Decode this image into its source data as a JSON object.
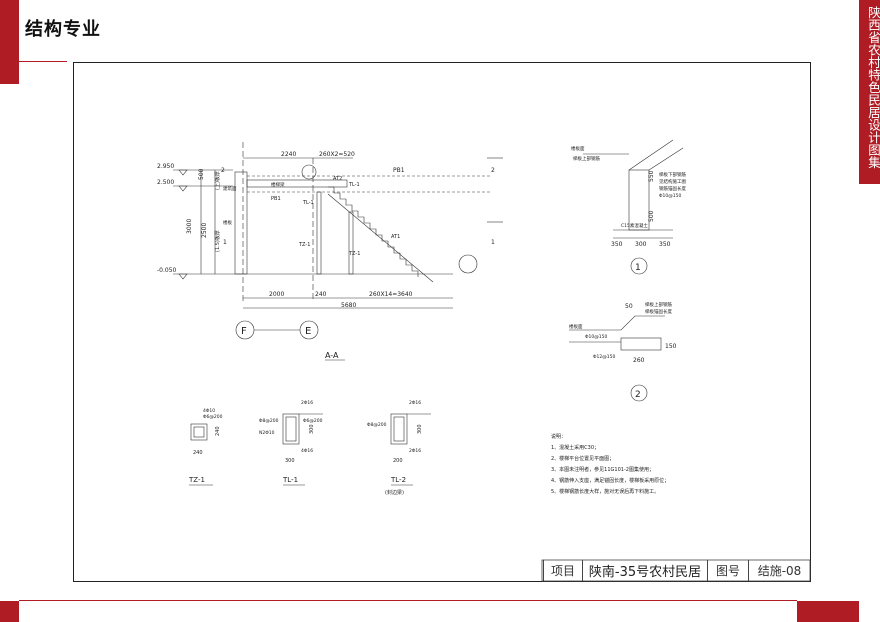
{
  "header": {
    "title": "结构专业",
    "side_banner": "陕西省农村特色民居设计图集"
  },
  "drawing": {
    "section": {
      "levels": [
        "2.950",
        "2.500",
        "-0.050"
      ],
      "dims_top": [
        "2240",
        "260X2=520"
      ],
      "dims_bottom": [
        "2000",
        "240",
        "260X14=3640"
      ],
      "dim_total": "5680",
      "dims_left": [
        "500",
        "3000",
        "2500"
      ],
      "dims_left_text": [
        "(上)板厚",
        "(1.5)板厚"
      ],
      "labels": {
        "pb1_top": "PB1",
        "pb1": "PB1",
        "at2": "AT2",
        "at1": "AT1",
        "tl1_top": "TL-1",
        "tl1": "TL-1",
        "tz1a": "TZ-1",
        "tz1b": "TZ-1",
        "stair_note": "楼梯梁",
        "left_note1": "建筑面",
        "left_note2": "楼板"
      },
      "grid_marks": [
        "2",
        "1",
        "2",
        "1"
      ],
      "axes": [
        "F",
        "E"
      ],
      "caption": "A-A"
    },
    "detail1": {
      "dims_right": [
        "550",
        "500"
      ],
      "dims_bottom": [
        "350",
        "300",
        "350"
      ],
      "notes": [
        "楼板面",
        "梯板上部钢筋",
        "梯板下部钢筋",
        "见结构施工图",
        "钢筋锚固长度",
        "Φ10@150",
        "C15素混凝土"
      ],
      "label": "1"
    },
    "detail2": {
      "notes": [
        "楼板面",
        "梯板上部钢筋",
        "梯板锚固长度",
        "Φ12@150",
        "Φ10@150"
      ],
      "dims": [
        "50",
        "260",
        "150"
      ],
      "label": "2"
    },
    "sections": [
      {
        "name": "TZ-1",
        "rebar": [
          "4Φ10",
          "Φ6@200"
        ],
        "dims": [
          "240",
          "240"
        ],
        "sub": ""
      },
      {
        "name": "TL-1",
        "rebar": [
          "2Φ16",
          "Φ8@200",
          "N2Φ10",
          "Φ6@200",
          "4Φ16"
        ],
        "dims": [
          "300",
          "300"
        ],
        "sub": ""
      },
      {
        "name": "TL-2",
        "rebar": [
          "2Φ16",
          "Φ8@200",
          "2Φ16"
        ],
        "dims": [
          "200",
          "300"
        ],
        "sub": "(封边梁)"
      }
    ],
    "notes": {
      "title": "说明：",
      "items": [
        "1、混凝土采用C30；",
        "2、楼梯平台位置见平面图；",
        "3、本图未注明者，参见11G101-2图集使用；",
        "4、钢筋伸入支座，满足锚固长度，楼梯板采用原位；",
        "5、楼梯钢筋长度大样，施对无误后再下料施工。"
      ]
    }
  },
  "title_block": {
    "project_label": "项目",
    "project_name": "陕南-35号农村民居",
    "drawing_no_label": "图号",
    "drawing_no": "结施-08"
  },
  "colors": {
    "accent": "#b01c24"
  }
}
